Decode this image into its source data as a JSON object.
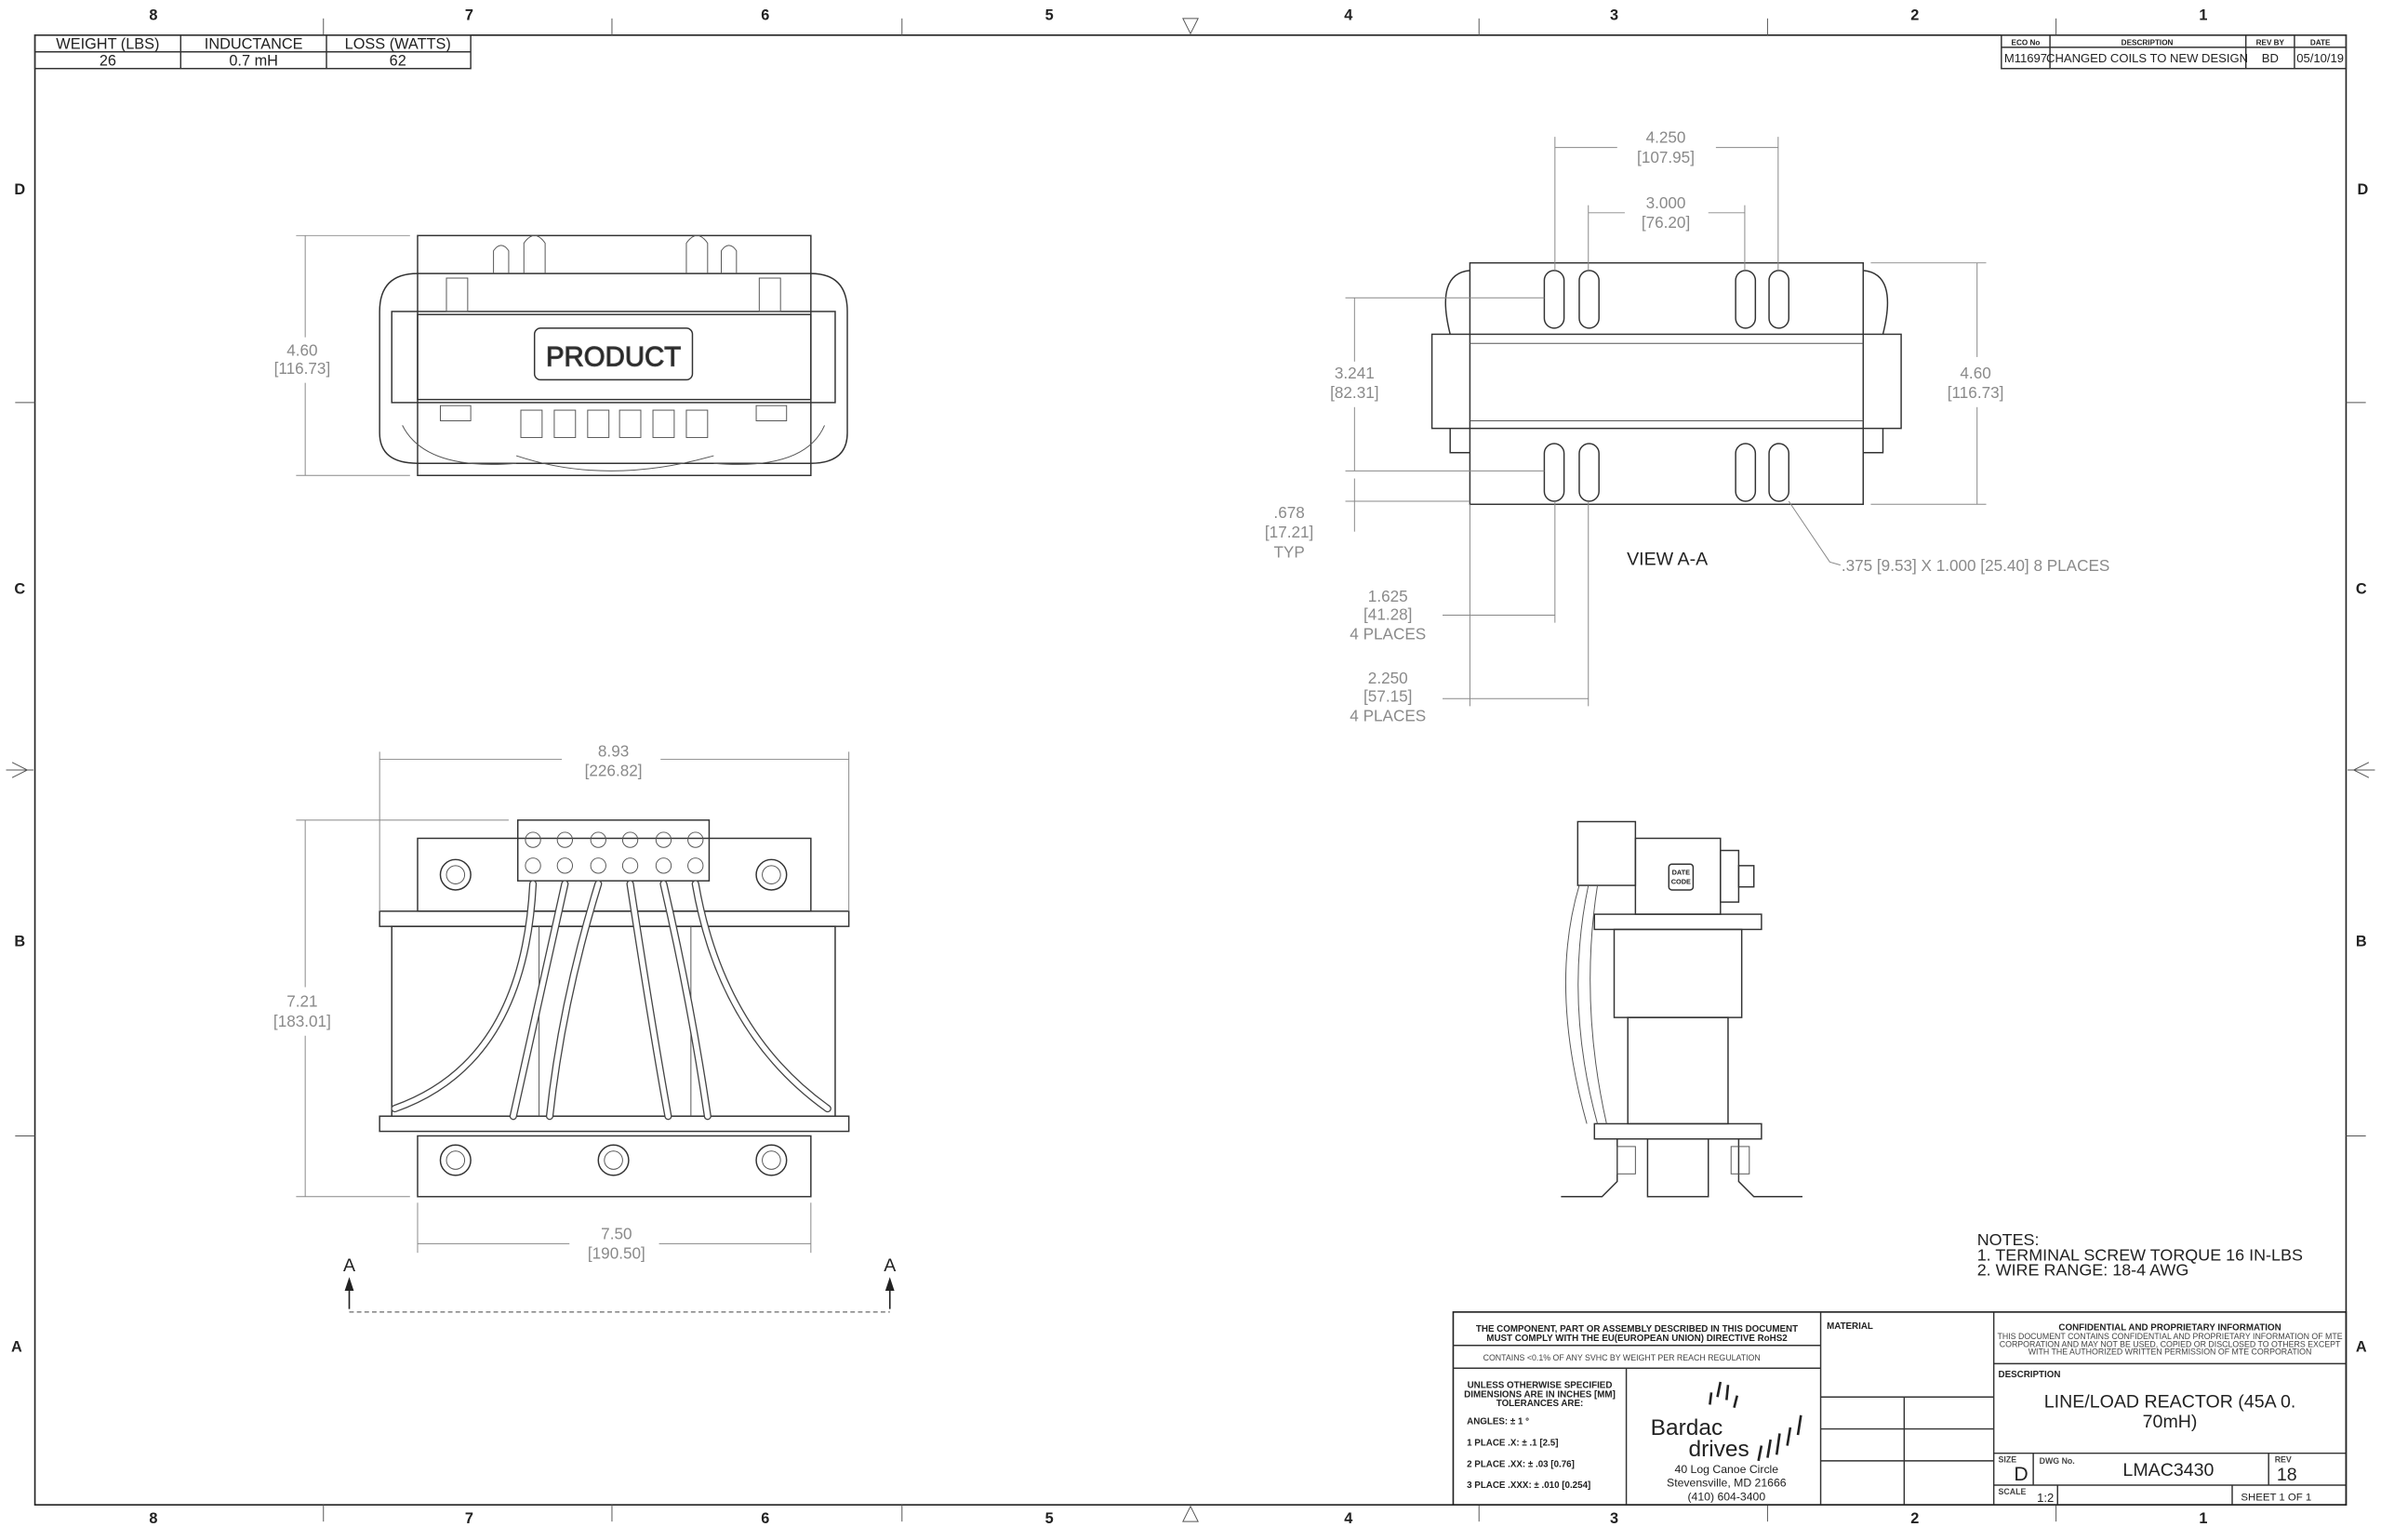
{
  "zones": {
    "cols": [
      "8",
      "7",
      "6",
      "5",
      "4",
      "3",
      "2",
      "1"
    ],
    "rows": [
      "D",
      "C",
      "B",
      "A"
    ]
  },
  "spec_table": {
    "headers": [
      "WEIGHT (LBS)",
      "INDUCTANCE",
      "LOSS (WATTS)"
    ],
    "values": [
      "26",
      "0.7 mH",
      "62"
    ]
  },
  "revision_table": {
    "headers": [
      "ECO No",
      "DESCRIPTION",
      "REV BY",
      "DATE"
    ],
    "row": [
      "M11697",
      "CHANGED COILS TO NEW DESIGN",
      "BD",
      "05/10/19"
    ]
  },
  "top_view": {
    "product_label": "PRODUCT",
    "height_in": "4.60",
    "height_mm": "[116.73]"
  },
  "view_aa": {
    "title": "VIEW A-A",
    "dim_4250": [
      "4.250",
      "[107.95]"
    ],
    "dim_3000": [
      "3.000",
      "[76.20]"
    ],
    "dim_3241": [
      "3.241",
      "[82.31]"
    ],
    "dim_460": [
      "4.60",
      "[116.73]"
    ],
    "dim_678": [
      ".678",
      "[17.21]",
      "TYP"
    ],
    "dim_1625": [
      "1.625",
      "[41.28]",
      "4 PLACES"
    ],
    "dim_2250": [
      "2.250",
      "[57.15]",
      "4 PLACES"
    ],
    "slot_callout": ".375 [9.53] X 1.000 [25.40] 8 PLACES"
  },
  "front_view": {
    "width_top": [
      "8.93",
      "[226.82]"
    ],
    "height": [
      "7.21",
      "[183.01]"
    ],
    "width_bottom": [
      "7.50",
      "[190.50]"
    ],
    "section_mark": "A"
  },
  "side_view": {
    "date_code": [
      "DATE",
      "CODE"
    ]
  },
  "notes": {
    "title": "NOTES:",
    "items": [
      "1.   TERMINAL SCREW TORQUE 16 IN-LBS",
      "2.   WIRE RANGE: 18-4 AWG"
    ]
  },
  "title_block": {
    "rohs": [
      "THE COMPONENT, PART OR ASSEMBLY DESCRIBED IN THIS DOCUMENT",
      "MUST COMPLY WITH THE EU(EUROPEAN UNION) DIRECTIVE RoHS2"
    ],
    "reach": "CONTAINS <0.1% OF ANY SVHC BY WEIGHT PER REACH REGULATION",
    "tol_head": [
      "UNLESS OTHERWISE SPECIFIED",
      "DIMENSIONS ARE IN INCHES [MM]",
      "TOLERANCES ARE:"
    ],
    "tolerances": [
      "ANGLES: ± 1 °",
      "1 PLACE .X: ± .1 [2.5]",
      "2 PLACE .XX: ± .03 [0.76]",
      "3 PLACE .XXX: ± .010 [0.254]"
    ],
    "logo": [
      "Bardac",
      "drives"
    ],
    "address": [
      "40 Log Canoe Circle",
      "Stevensville, MD 21666",
      "(410) 604-3400"
    ],
    "material_label": "MATERIAL",
    "confidential_title": "CONFIDENTIAL AND PROPRIETARY INFORMATION",
    "confidential_text": [
      "THIS DOCUMENT CONTAINS CONFIDENTIAL AND PROPRIETARY INFORMATION OF MTE",
      "CORPORATION AND MAY NOT BE USED, COPIED OR DISCLOSED TO OTHERS EXCEPT",
      "WITH THE AUTHORIZED WRITTEN PERMISSION OF MTE CORPORATION"
    ],
    "description_label": "DESCRIPTION",
    "description": [
      "LINE/LOAD REACTOR (45A 0.",
      "70mH)"
    ],
    "size_label": "SIZE",
    "size": "D",
    "dwg_label": "DWG No.",
    "dwg_no": "LMAC3430",
    "rev_label": "REV",
    "rev": "18",
    "scale_label": "SCALE",
    "scale": "1:2",
    "sheet": "SHEET 1  OF 1"
  },
  "colors": {
    "logo_red": "#e8322b",
    "dimension_gray": "#8a8a8a"
  }
}
